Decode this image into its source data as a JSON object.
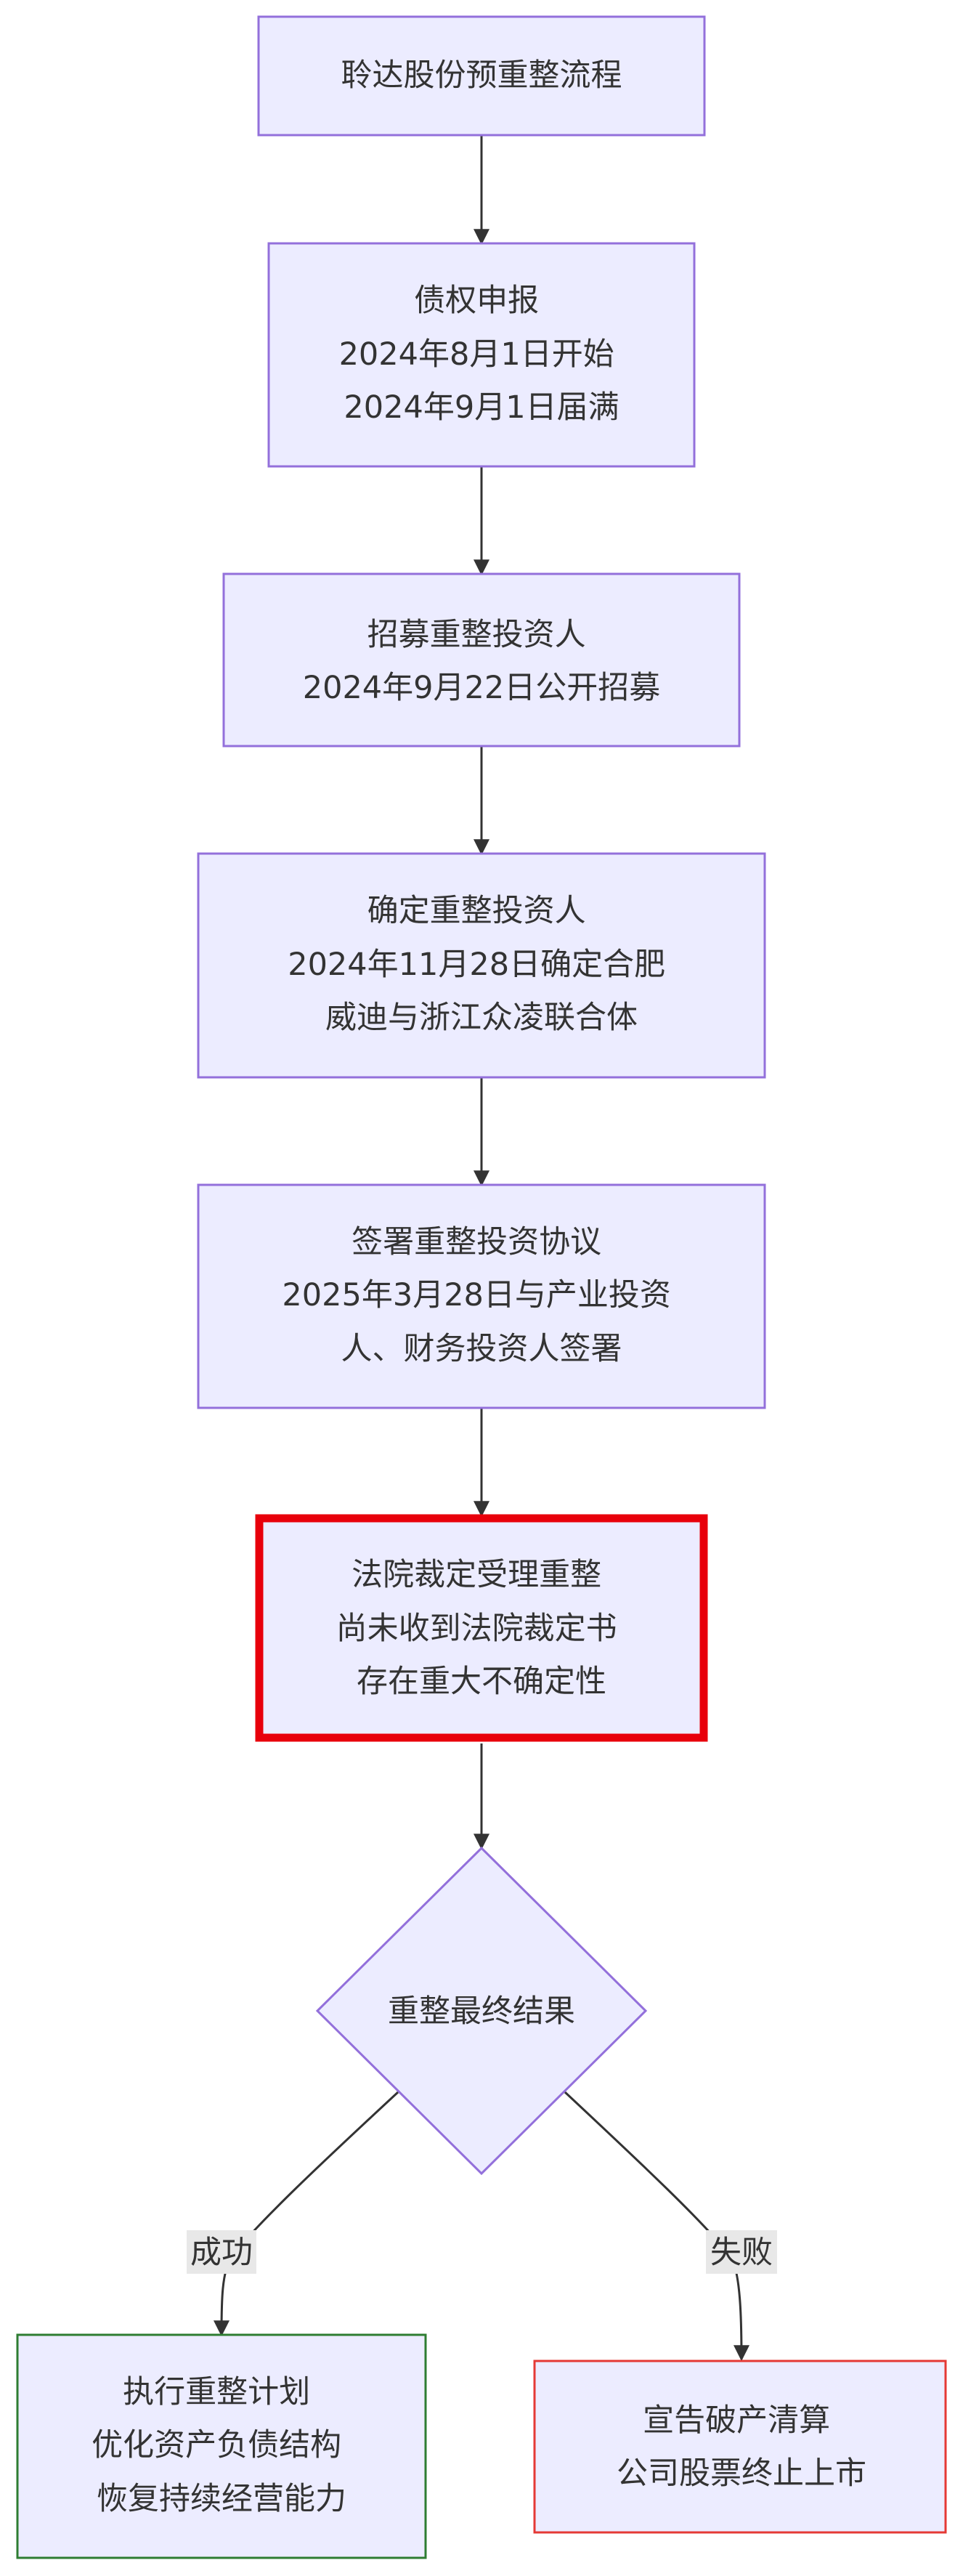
{
  "diagram": {
    "type": "flowchart",
    "colors": {
      "node_fill": "#ECECFF",
      "node_border": "#9370DB",
      "highlight_border": "#E8000B",
      "success_border": "#2E7D32",
      "failure_border": "#E53935",
      "edge": "#333333",
      "edge_label_bg": "#E8E8E8",
      "text": "#333333"
    },
    "nodes": {
      "start": {
        "lines": [
          "聆达股份预重整流程"
        ]
      },
      "claims": {
        "lines": [
          "债权申报",
          "2024年8月1日开始",
          "2024年9月1日届满"
        ]
      },
      "recruit": {
        "lines": [
          "招募重整投资人",
          "2024年9月22日公开招募"
        ]
      },
      "confirm": {
        "lines": [
          "确定重整投资人",
          "2024年11月28日确定合肥",
          "威迪与浙江众凌联合体"
        ]
      },
      "sign": {
        "lines": [
          "签署重整投资协议",
          "2025年3月28日与产业投资",
          "人、财务投资人签署"
        ]
      },
      "court": {
        "lines": [
          "法院裁定受理重整",
          "尚未收到法院裁定书",
          "存在重大不确定性"
        ]
      },
      "decision": {
        "lines": [
          "重整最终结果"
        ]
      },
      "success": {
        "lines": [
          "执行重整计划",
          "优化资产负债结构",
          "恢复持续经营能力"
        ]
      },
      "failure": {
        "lines": [
          "宣告破产清算",
          "公司股票终止上市"
        ]
      }
    },
    "edge_labels": {
      "success": "成功",
      "failure": "失败"
    }
  }
}
